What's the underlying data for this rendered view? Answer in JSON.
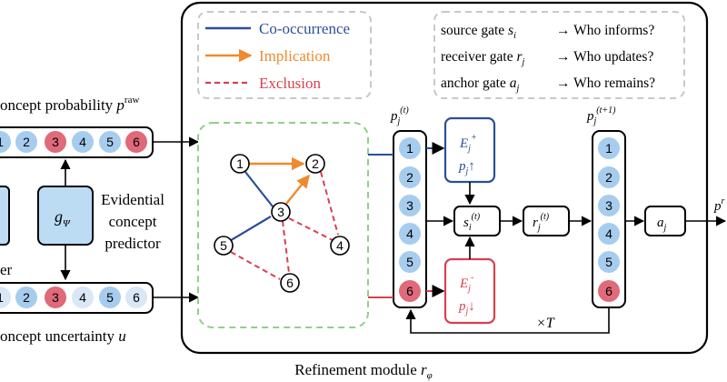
{
  "left": {
    "prob_label": "oncept probability ",
    "prob_sym": "p",
    "prob_sup": "raw",
    "unc_label": "oncept uncertainty ",
    "unc_sym": "u",
    "predictor_sym": "g",
    "predictor_sub": "Ψ",
    "predictor_lines": [
      "Evidential",
      "concept",
      "predictor"
    ],
    "cut_label": "er",
    "prob_nodes": [
      "1",
      "2",
      "3",
      "4",
      "5",
      "6"
    ],
    "unc_nodes": [
      "1",
      "2",
      "3",
      "4",
      "5",
      "6"
    ]
  },
  "legend": {
    "items": [
      {
        "label": "Co-occurrence",
        "color": "#2a4e9a"
      },
      {
        "label": "Implication",
        "color": "#ef8a2e"
      },
      {
        "label": "Exclusion",
        "color": "#d9404f"
      }
    ]
  },
  "gates": [
    {
      "label": "source gate ",
      "sym": "s",
      "sub": "i",
      "question": "→ Who informs?"
    },
    {
      "label": "receiver gate ",
      "sym": "r",
      "sub": "j",
      "question": "→ Who updates?"
    },
    {
      "label": "anchor gate ",
      "sym": "a",
      "sub": "j",
      "question": "→ Who remains?"
    }
  ],
  "graph": {
    "nodes": [
      "1",
      "2",
      "3",
      "4",
      "5",
      "6"
    ]
  },
  "column_t": {
    "sym": "p",
    "sub": "j",
    "sup": "(t)",
    "nodes": [
      "1",
      "2",
      "3",
      "4",
      "5",
      "6"
    ]
  },
  "column_t1": {
    "sym": "p",
    "sub": "j",
    "sup": "(t+1)",
    "nodes": [
      "1",
      "2",
      "3",
      "4",
      "5",
      "6"
    ]
  },
  "boost_box": {
    "top_sym": "E",
    "top_sub": "j",
    "top_sup": "+",
    "bot_sym": "p",
    "bot_sub": "j",
    "bot_arrow": "↑"
  },
  "suppress_box": {
    "top_sym": "E",
    "top_sub": "j",
    "top_sup": "-",
    "bot_sym": "p",
    "bot_sub": "j",
    "bot_arrow": "↓"
  },
  "s_box": {
    "sym": "s",
    "sub": "i",
    "sup": "(t)"
  },
  "r_box": {
    "sym": "r",
    "sub": "j",
    "sup": "(t)"
  },
  "a_box": {
    "sym": "a",
    "sub": "j"
  },
  "loop_label": "×T",
  "output_label": "p",
  "output_sup": "r",
  "caption": {
    "text": "Refinement module ",
    "sym": "r",
    "sub": "φ"
  },
  "colors": {
    "blue_node": "#a6cdee",
    "red_node": "#e0697a",
    "light_node": "#d9e7f7",
    "predictor_fill": "#bcdcf4"
  }
}
